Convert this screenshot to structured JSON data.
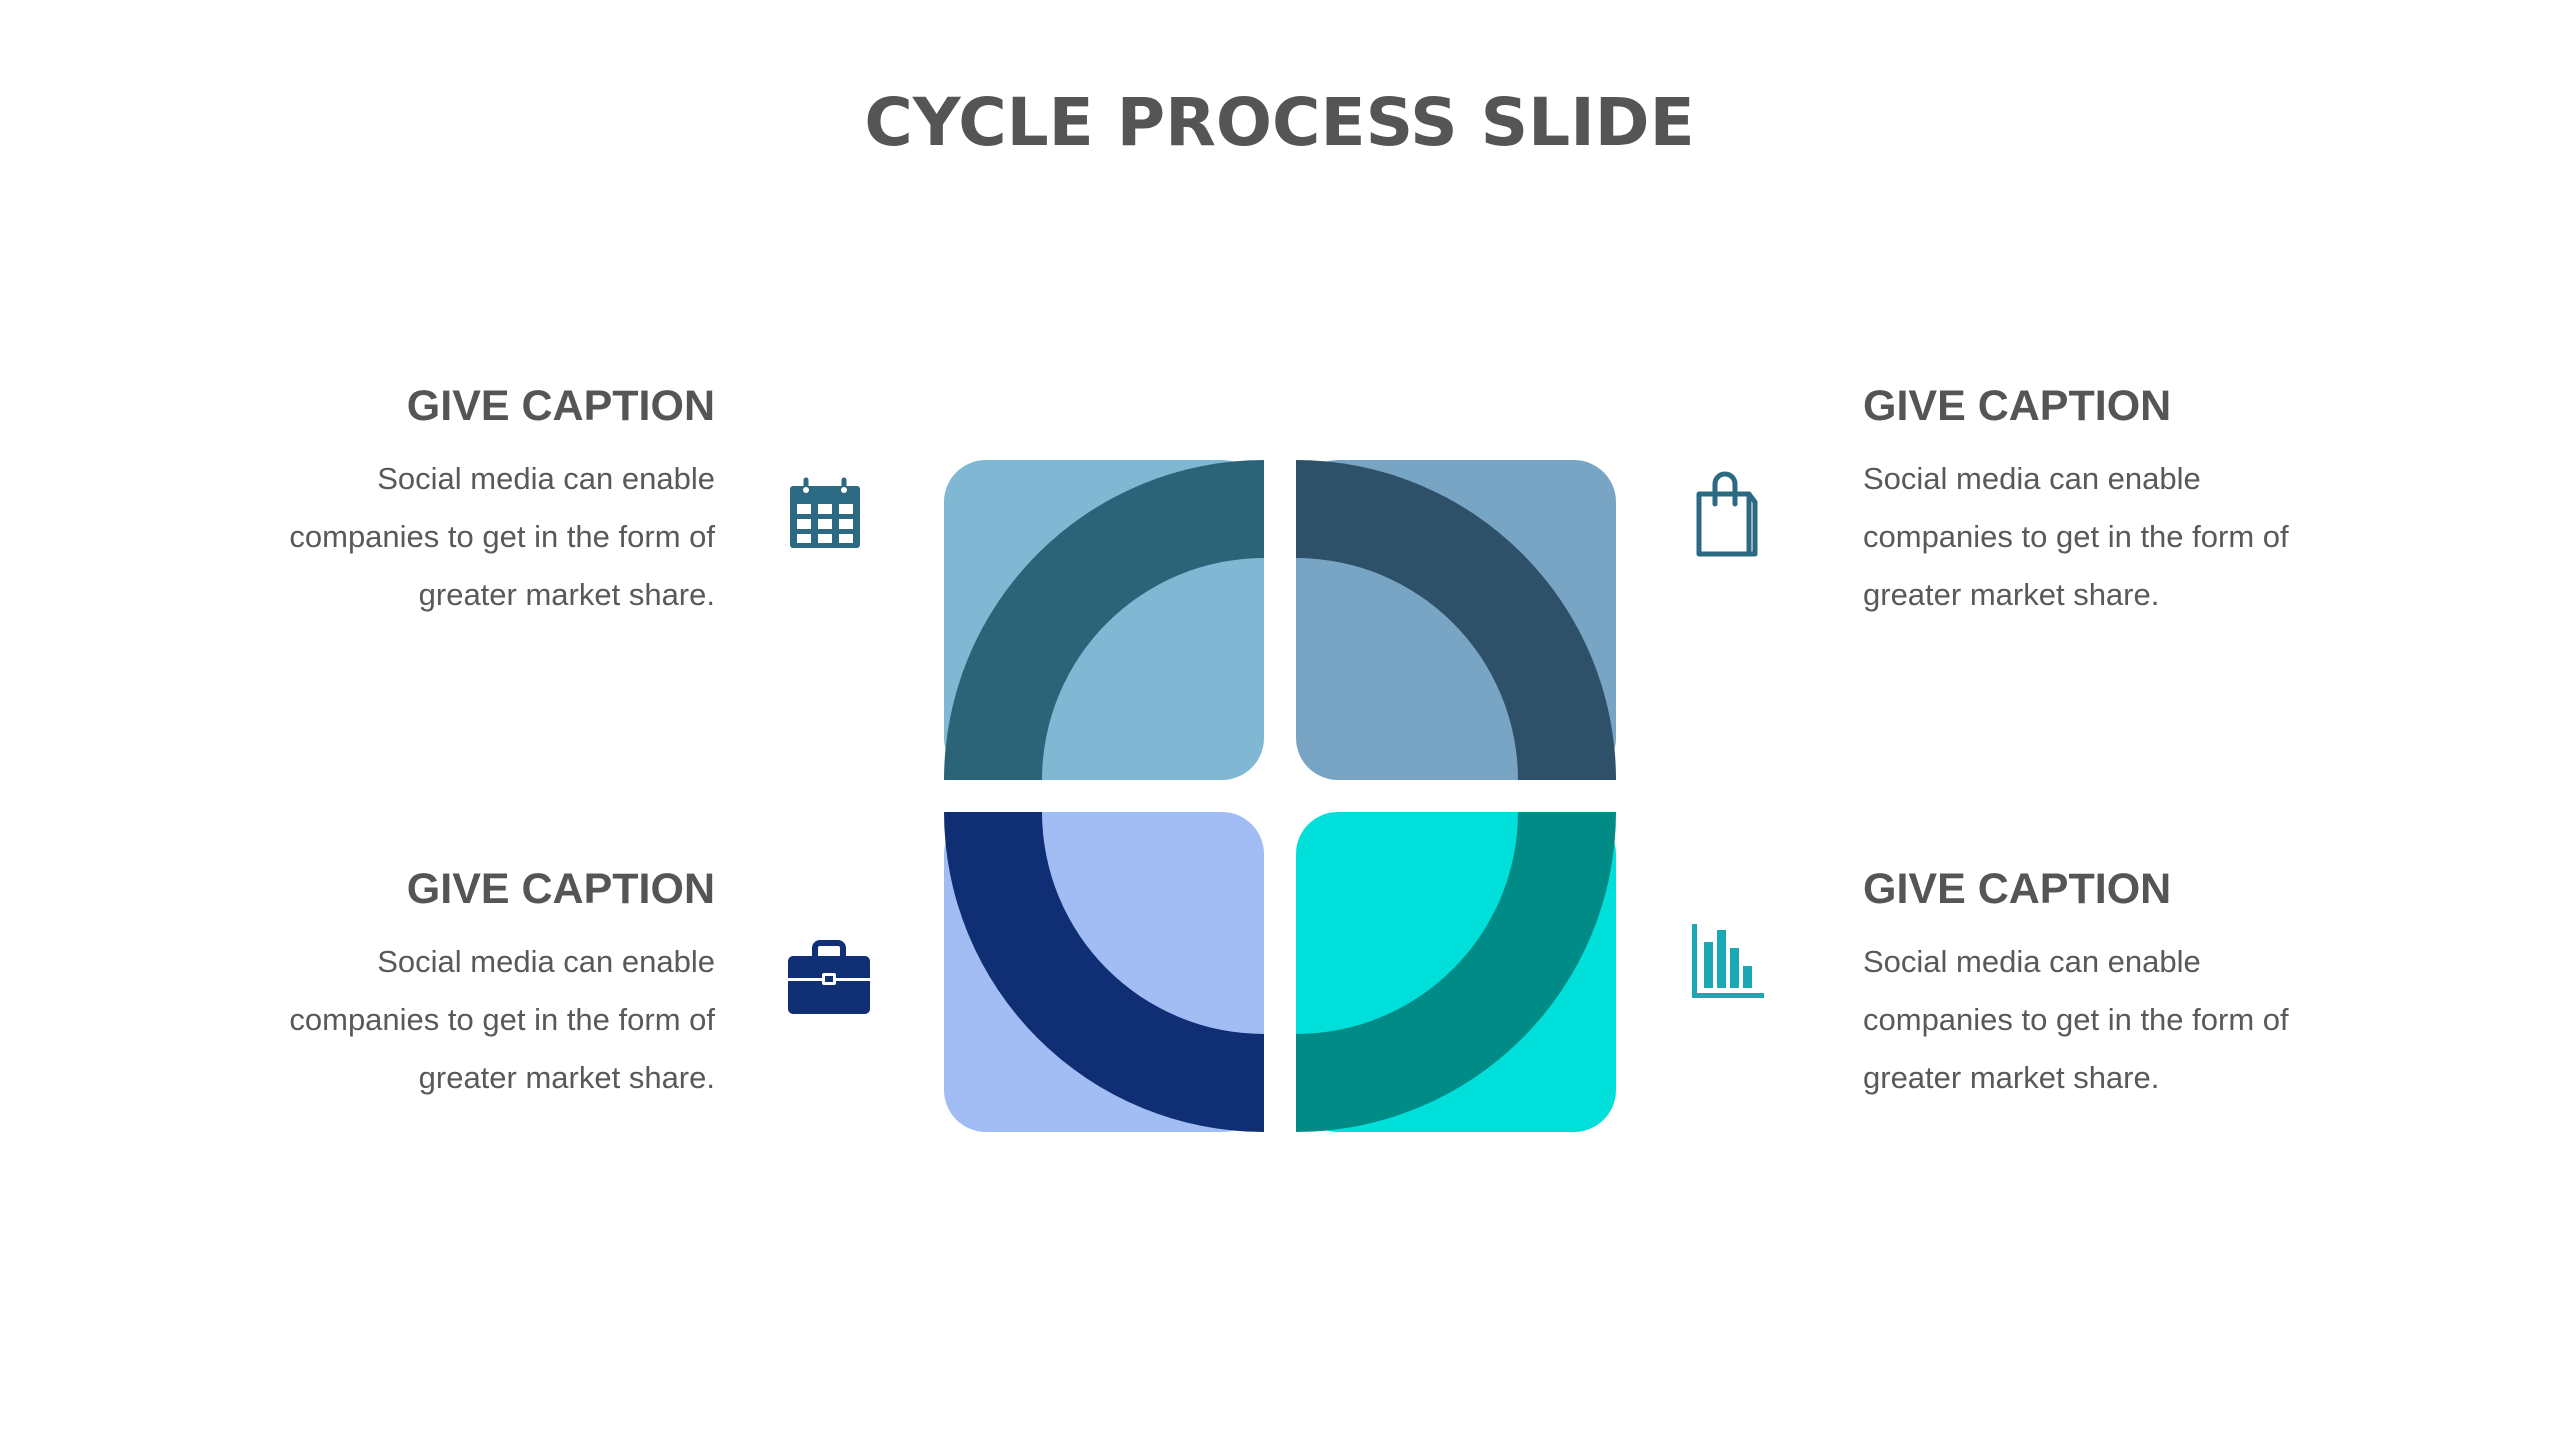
{
  "slide": {
    "title": "CYCLE PROCESS SLIDE"
  },
  "items": [
    {
      "caption": "GIVE CAPTION",
      "lines": [
        "Social media can enable",
        "companies to get in the form of",
        "greater market share."
      ],
      "icon": "calendar-icon",
      "color": "#2b6a82"
    },
    {
      "caption": "GIVE CAPTION",
      "lines": [
        "Social media can enable",
        "companies to get in the form of",
        "greater market share."
      ],
      "icon": "shopping-bag-icon",
      "color": "#2b6a82"
    },
    {
      "caption": "GIVE CAPTION",
      "lines": [
        "Social media can enable",
        "companies to get in the form of",
        "greater market share."
      ],
      "icon": "briefcase-icon",
      "color": "#102f74"
    },
    {
      "caption": "GIVE CAPTION",
      "lines": [
        "Social media can enable",
        "companies to get in the form of",
        "greater market share."
      ],
      "icon": "bar-chart-icon",
      "color": "#1aa9b4"
    }
  ],
  "colors": {
    "tile_top_left": "#80b8d4",
    "arc_top_left": "#2b6479",
    "tile_top_right": "#79a5c5",
    "arc_top_right": "#2e5069",
    "tile_bottom_left": "#a1bdf4",
    "arc_bottom_left": "#0f2e74",
    "tile_bottom_right": "#00dfd9",
    "arc_bottom_right": "#008b87"
  }
}
